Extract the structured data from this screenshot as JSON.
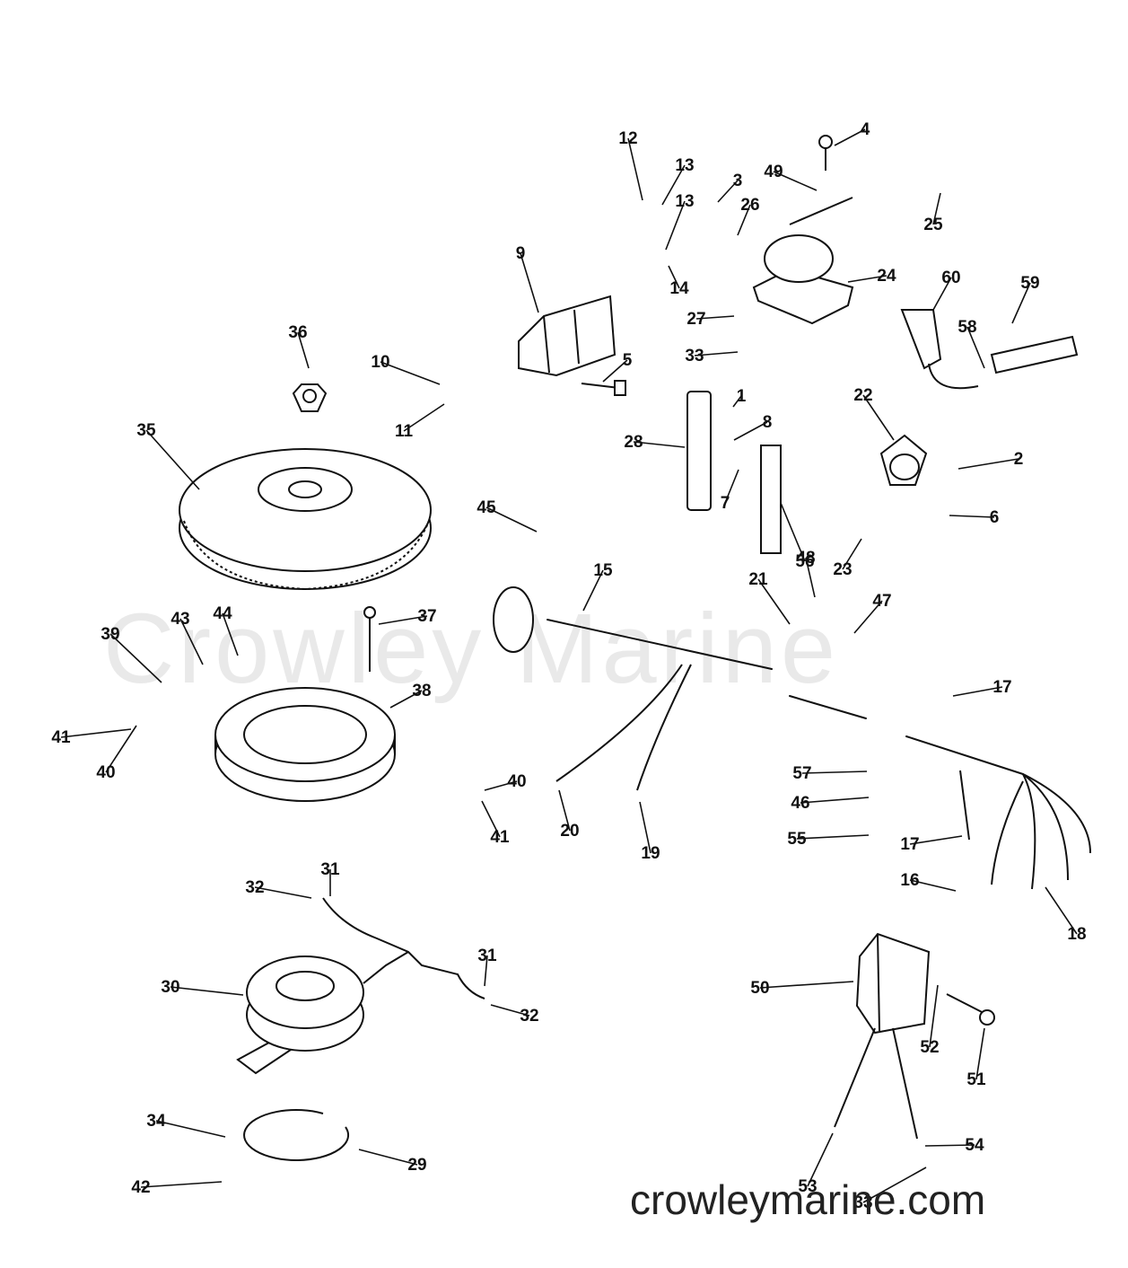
{
  "watermark": "Crowley Marine",
  "site": "crowleymarine.com",
  "labels": [
    "1",
    "2",
    "3",
    "4",
    "5",
    "6",
    "7",
    "8",
    "9",
    "10",
    "11",
    "12",
    "13",
    "13",
    "14",
    "15",
    "16",
    "17",
    "17",
    "18",
    "19",
    "20",
    "21",
    "22",
    "23",
    "24",
    "25",
    "26",
    "27",
    "28",
    "29",
    "30",
    "31",
    "31",
    "32",
    "32",
    "33",
    "33",
    "34",
    "35",
    "36",
    "37",
    "38",
    "39",
    "40",
    "40",
    "41",
    "41",
    "42",
    "43",
    "44",
    "45",
    "46",
    "47",
    "48",
    "49",
    "50",
    "51",
    "52",
    "53",
    "54",
    "55",
    "56",
    "57",
    "58",
    "59",
    "60"
  ]
}
